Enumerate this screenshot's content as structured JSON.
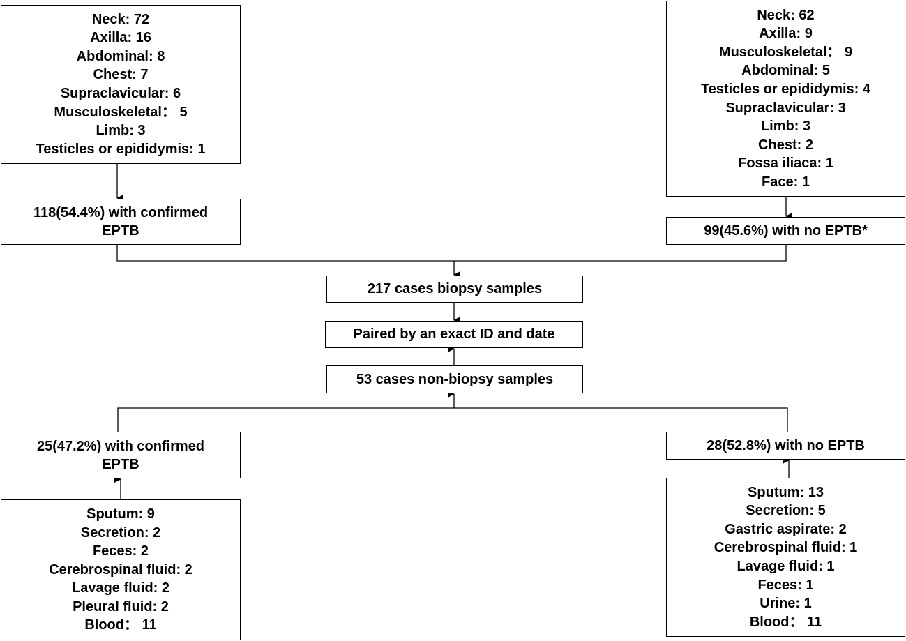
{
  "top_left_sites": [
    "Neck: 72",
    "Axilla: 16",
    "Abdominal: 8",
    "Chest: 7",
    "Supraclavicular: 6",
    "Musculoskeletal： 5",
    "Limb: 3",
    "Testicles or epididymis: 1"
  ],
  "top_right_sites": [
    "Neck: 62",
    "Axilla: 9",
    "Musculoskeletal： 9",
    "Abdominal: 5",
    "Testicles or epididymis: 4",
    "Supraclavicular: 3",
    "Limb: 3",
    "Chest: 2",
    "Fossa iliaca: 1",
    "Face: 1"
  ],
  "biopsy_confirmed": [
    "118(54.4%) with confirmed",
    "EPTB"
  ],
  "biopsy_no_eptb": "99(45.6%) with no EPTB*",
  "biopsy_total": "217 cases biopsy samples",
  "paired": "Paired by an exact ID and date",
  "nonbiopsy_total": "53 cases non-biopsy samples",
  "nonbiopsy_confirmed": [
    "25(47.2%) with confirmed",
    "EPTB"
  ],
  "nonbiopsy_no_eptb": "28(52.8%) with no EPTB",
  "bottom_left_samples": [
    "Sputum: 9",
    "Secretion: 2",
    "Feces: 2",
    "Cerebrospinal fluid: 2",
    "Lavage fluid: 2",
    "Pleural fluid: 2",
    "Blood： 11"
  ],
  "bottom_right_samples": [
    "Sputum: 13",
    "Secretion: 5",
    "Gastric aspirate: 2",
    "Cerebrospinal fluid: 1",
    "Lavage fluid: 1",
    "Feces: 1",
    "Urine: 1",
    "Blood： 11"
  ]
}
